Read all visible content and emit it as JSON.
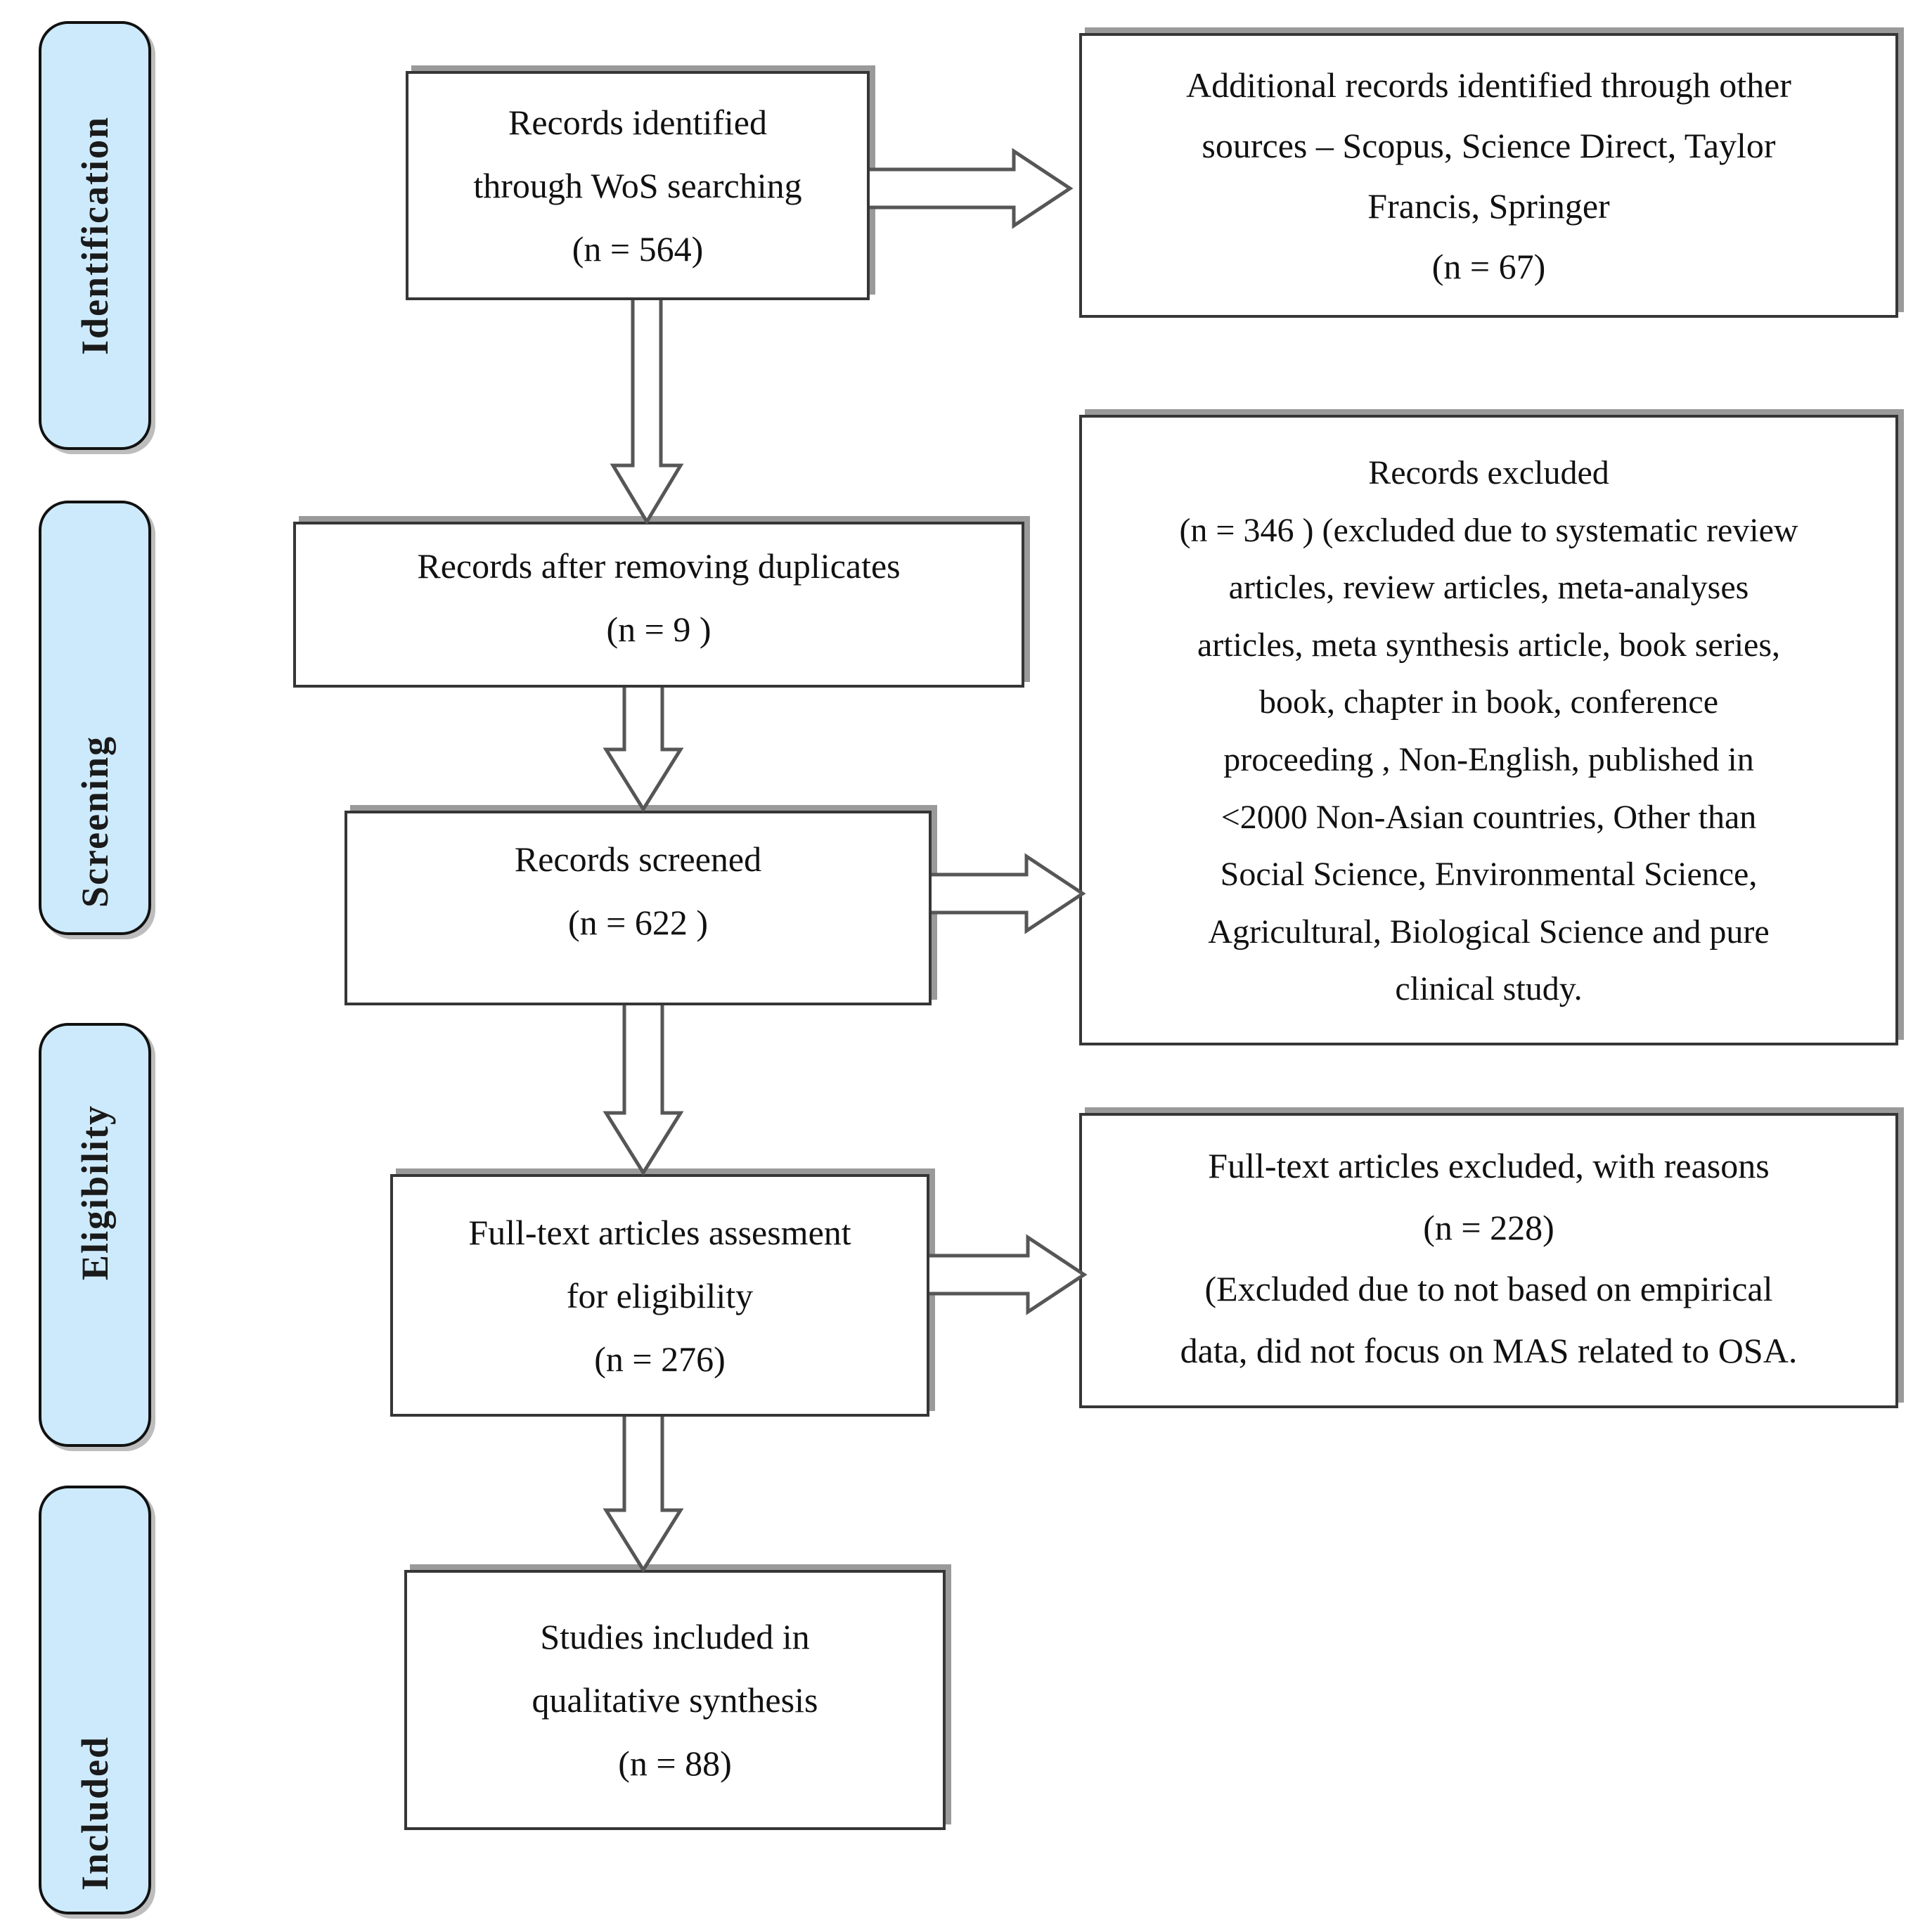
{
  "sidebar": {
    "stages": [
      {
        "id": "identification",
        "label": "Identification"
      },
      {
        "id": "screening",
        "label": "Screening"
      },
      {
        "id": "eligibility",
        "label": "Eligibility"
      },
      {
        "id": "included",
        "label": "Included"
      }
    ]
  },
  "flow": {
    "records_identified": {
      "n": 564,
      "text": "Records identified\nthrough WoS searching\n(n =  564)"
    },
    "additional_records": {
      "n": 67,
      "text": "Additional records identified through other\nsources – Scopus, Science Direct, Taylor\nFrancis, Springer\n(n = 67)"
    },
    "after_duplicates": {
      "n": 9,
      "text": "Records after  removing duplicates\n(n = 9 )"
    },
    "records_screened": {
      "n": 622,
      "text": "Records screened\n(n = 622 )"
    },
    "records_excluded": {
      "n": 346,
      "text": "Records excluded\n(n = 346 ) (excluded due to systematic review\narticles, review articles, meta-analyses\narticles, meta synthesis article, book series,\nbook, chapter in book, conference\nproceeding , Non-English, published in\n<2000  Non-Asian countries, Other than\nSocial Science, Environmental Science,\nAgricultural, Biological Science and pure\nclinical study."
    },
    "fulltext_assessment": {
      "n": 276,
      "text": "Full-text articles assesment\nfor eligibility\n(n = 276)"
    },
    "fulltext_excluded": {
      "n": 228,
      "text": "Full-text articles excluded, with reasons\n(n = 228)\n(Excluded due to not based on empirical\ndata, did not focus on MAS related to OSA."
    },
    "studies_included": {
      "n": 88,
      "text": "Studies included in\nqualitative synthesis\n(n = 88)"
    }
  },
  "arrows": {
    "identified_to_additional": "right-block-arrow",
    "identified_to_duplicates": "down-block-arrow",
    "duplicates_to_screened": "down-block-arrow",
    "screened_to_excluded": "right-block-arrow",
    "screened_to_fulltext": "down-block-arrow",
    "fulltext_to_excluded": "right-block-arrow",
    "fulltext_to_included": "down-block-arrow"
  },
  "colors": {
    "stage_fill": "#cdeafc",
    "stage_border": "#111111",
    "box_border": "#363636",
    "box_shadow": "#9a9a9a",
    "arrow_stroke": "#565656",
    "text": "#111111"
  }
}
